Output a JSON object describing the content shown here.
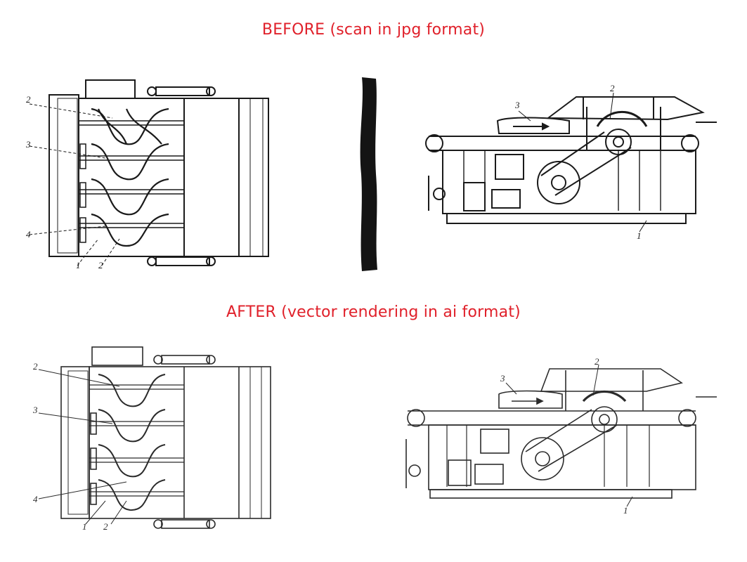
{
  "colors": {
    "heading": "#e0202a",
    "ink_scan": "#1a1a1a",
    "ink_vector": "#2b2b2b",
    "background": "#ffffff"
  },
  "before": {
    "heading": "BEFORE (scan in jpg format)",
    "plan_labels": [
      "2",
      "3",
      "4",
      "1",
      "2"
    ],
    "side_labels": [
      "3",
      "2",
      "1"
    ]
  },
  "after": {
    "heading": "AFTER (vector rendering in ai format)",
    "plan_labels": [
      "2",
      "3",
      "4",
      "1",
      "2"
    ],
    "side_labels": [
      "3",
      "2",
      "1"
    ]
  }
}
